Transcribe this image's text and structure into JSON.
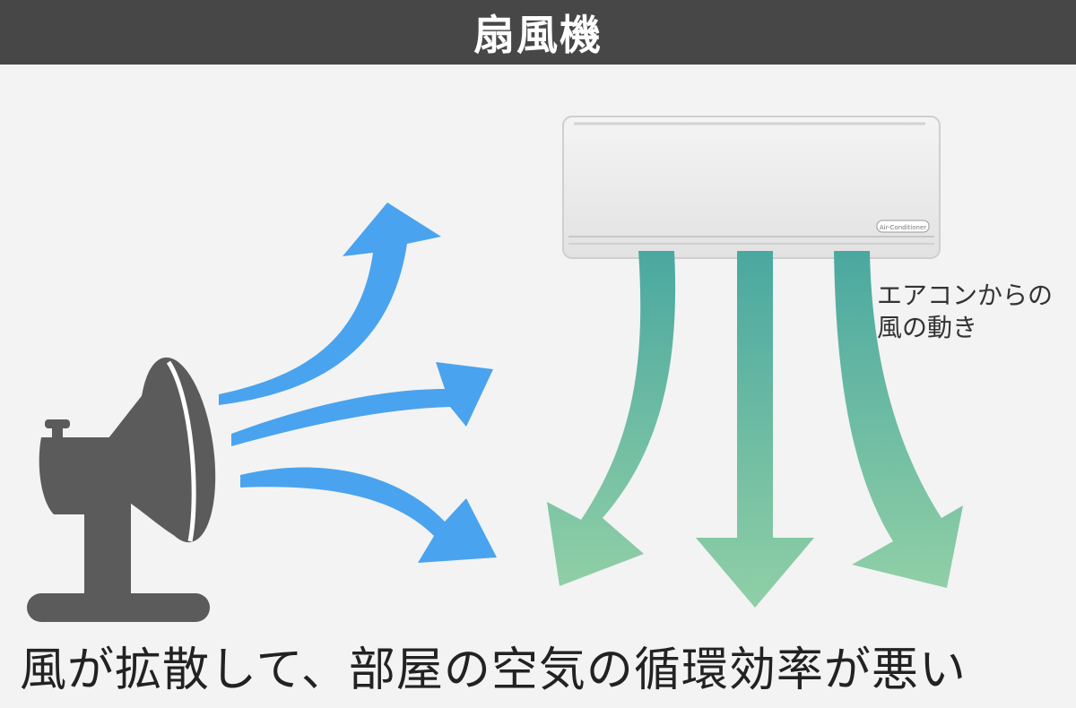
{
  "header": {
    "title": "扇風機"
  },
  "air_conditioner": {
    "badge": "Air-Conditioner",
    "caption_line1": "エアコンからの",
    "caption_line2": "風の動き"
  },
  "footer": {
    "text": "風が拡散して、部屋の空気の循環効率が悪い"
  },
  "colors": {
    "header_bg": "#474747",
    "fan": "#5b5b5b",
    "fan_airflow": "#4aa3ee",
    "ac_airflow_top": "#4aa8a0",
    "ac_airflow_bottom": "#90cfa6",
    "background": "#f3f3f3"
  },
  "icons": [
    "electric-fan-icon",
    "air-conditioner-icon",
    "arrow-icon"
  ]
}
